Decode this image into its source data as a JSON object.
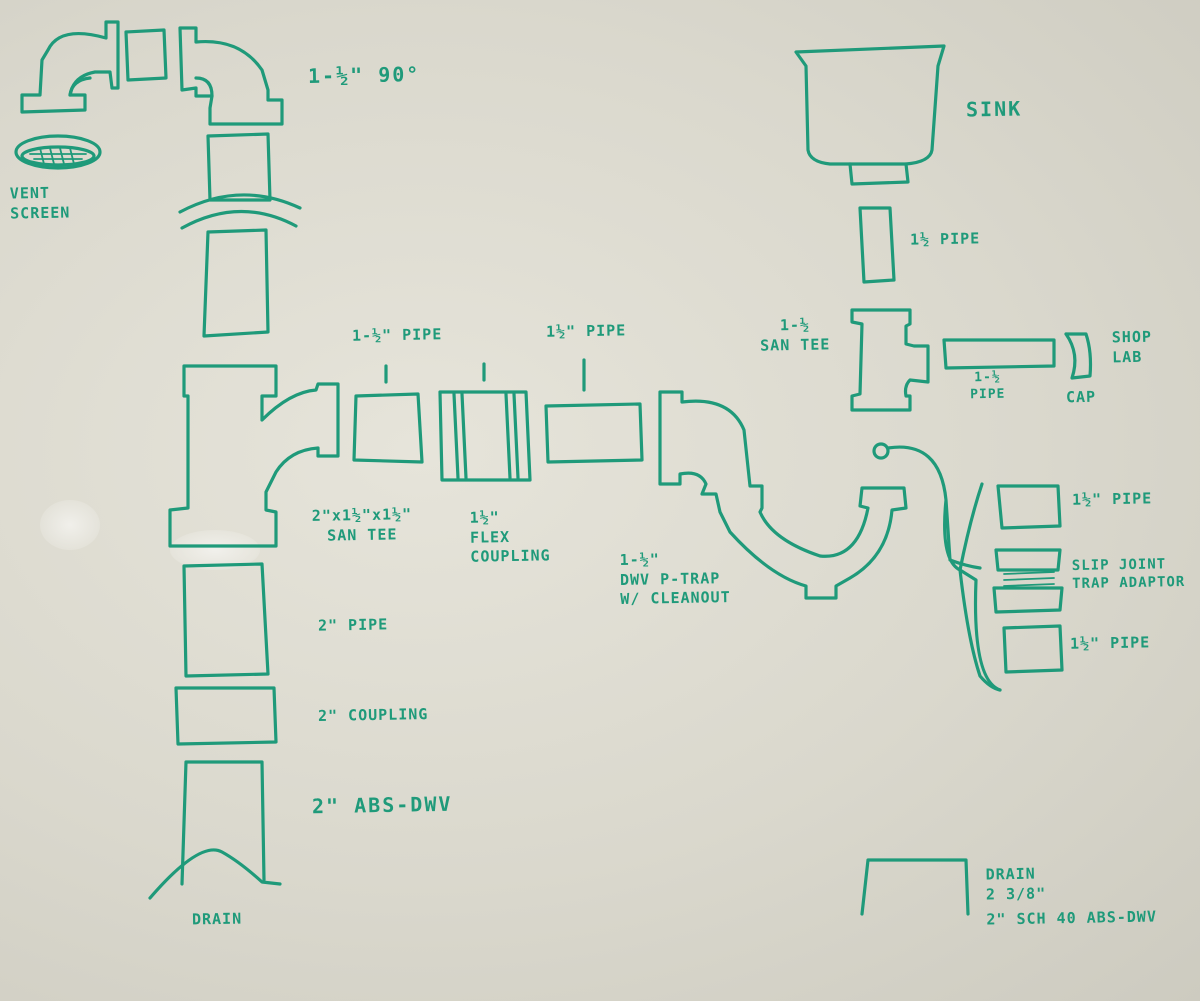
{
  "diagram": {
    "ink_color": "#1f9a7a",
    "board_color": "#dcdacf",
    "labels": {
      "vent_90": "1-½\" 90°",
      "vent_screen_1": "VENT",
      "vent_screen_2": "SCREEN",
      "sink": "SINK",
      "sink_pipe": "1½ PIPE",
      "san_tee_small_1": "1-½",
      "san_tee_small_2": "SAN TEE",
      "shop_lab_1": "SHOP",
      "shop_lab_2": "LAB",
      "side_pipe_1": "1-½",
      "side_pipe_2": "PIPE",
      "cap": "CAP",
      "pipe_top_a": "1-½\" PIPE",
      "pipe_top_b": "1½\" PIPE",
      "san_tee_main_1": "2\"x1½\"x1½\"",
      "san_tee_main_2": "SAN TEE",
      "flex_1": "1½\"",
      "flex_2": "FLEX",
      "flex_3": "COUPLING",
      "ptrap_1": "1-½\"",
      "ptrap_2": "DWV P-TRAP",
      "ptrap_3": "W/ CLEANOUT",
      "right_pipe_top": "1½\" PIPE",
      "slip_1": "SLIP JOINT",
      "slip_2": "TRAP ADAPTOR",
      "right_pipe_bottom": "1½\" PIPE",
      "pipe_2in": "2\" PIPE",
      "coupling_2in": "2\" COUPLING",
      "abs_dwv": "2\" ABS-DWV",
      "drain_left": "DRAIN",
      "drain_right_1": "DRAIN",
      "drain_right_2": "2 3/8\"",
      "drain_right_3": "2\" SCH 40 ABS-DWV"
    }
  }
}
